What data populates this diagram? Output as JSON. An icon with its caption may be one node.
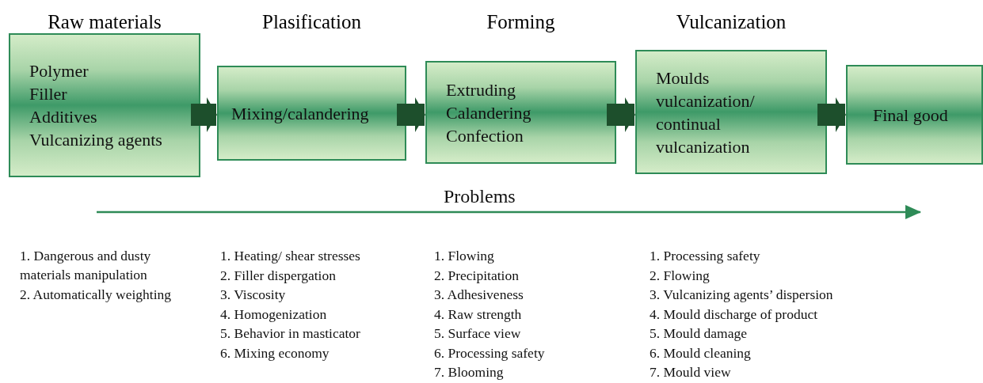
{
  "diagram": {
    "nodes": [
      {
        "text": [
          "Raw materials",
          "Polymer",
          "Filler",
          "Additives",
          "Vulcanizing agents"
        ]
      },
      {
        "text": [
          "Plasification",
          "Mixing/calandering"
        ]
      },
      {
        "text": [
          "Forming",
          "Extruding",
          "Calandering",
          "Confection"
        ]
      },
      {
        "text": [
          "Vulcanization",
          "Moulds vulcanization/ continual vulcanization"
        ]
      },
      {
        "text": [
          "Final good"
        ]
      }
    ],
    "edges": [
      {
        "from": 0,
        "to": 1,
        "arrow": "to"
      },
      {
        "from": 1,
        "to": 2,
        "arrow": "to"
      },
      {
        "from": 2,
        "to": 3,
        "arrow": "to"
      },
      {
        "from": 3,
        "to": 4,
        "arrow": "to"
      }
    ],
    "labels": [
      "Problems",
      "1.  Dangerous and dusty materials manipulation",
      "2. Automatically weighting",
      "1. Heating/ shear stresses",
      "2. Filler dispergation",
      "3. Viscosity",
      "4. Homogenization",
      "5. Behavior in masticator",
      "6. Mixing economy",
      "1. Flowing",
      "2. Precipitation",
      "3. Adhesiveness",
      "4. Raw strength",
      "5. Surface view",
      "6. Processing safety",
      "7. Blooming",
      "1. Processing safety",
      "2. Flowing",
      "3. Vulcanizing agents’ dispersion",
      "4. Mould discharge of product",
      "5. Mould damage",
      "6. Mould cleaning",
      "7. Mould view"
    ]
  }
}
